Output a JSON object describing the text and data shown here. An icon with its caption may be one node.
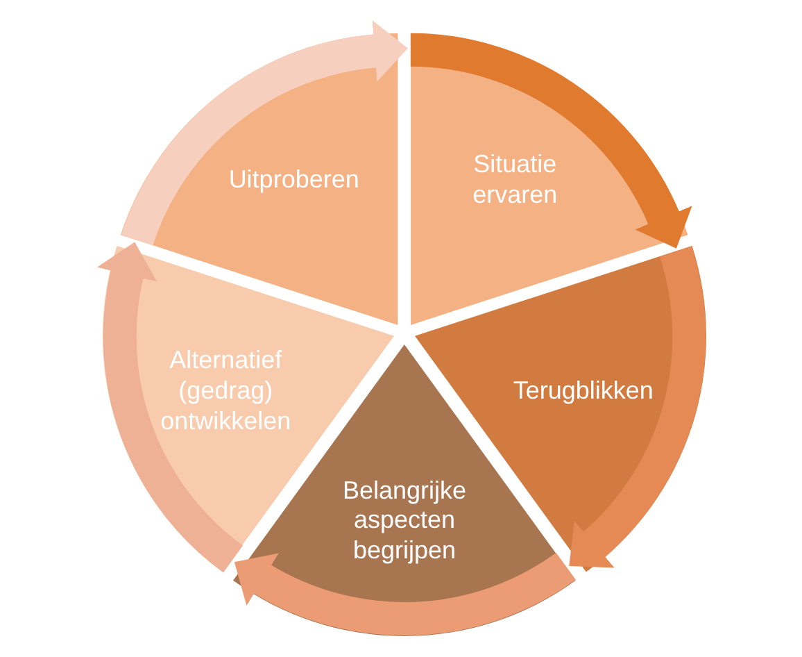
{
  "diagram": {
    "nodes": [
      {
        "text": [
          "Situatie ervaren"
        ]
      },
      {
        "text": [
          "Terugblikken"
        ]
      },
      {
        "text": [
          "Belangrijke aspecten begrijpen"
        ]
      },
      {
        "text": [
          "Alternatief (gedrag) ontwikkelen"
        ]
      },
      {
        "text": [
          "Uitproberen"
        ]
      }
    ],
    "edges": [
      {
        "from": 0,
        "to": 1,
        "arrow": "to",
        "color": "#e07a2f"
      },
      {
        "from": 1,
        "to": 2,
        "arrow": "to",
        "color": "#e58a55"
      },
      {
        "from": 2,
        "to": 3,
        "arrow": "to",
        "color": "#ec9c74"
      },
      {
        "from": 3,
        "to": 4,
        "arrow": "to",
        "color": "#eeb196"
      },
      {
        "from": 4,
        "to": 0,
        "arrow": "to",
        "color": "#f7cfbe"
      }
    ]
  }
}
